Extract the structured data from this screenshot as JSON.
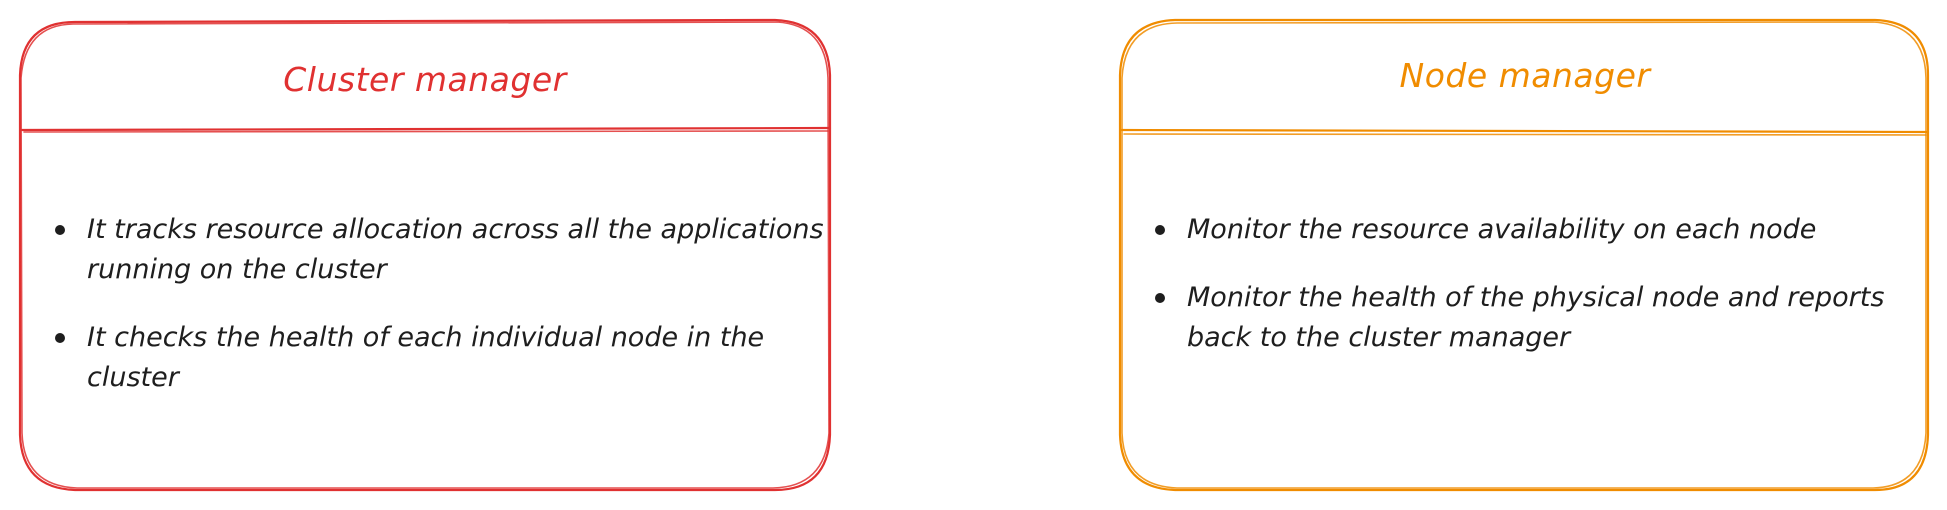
{
  "colors": {
    "left_accent": "#e03131",
    "right_accent": "#f08c00",
    "text": "#1e1e1e"
  },
  "cards": [
    {
      "title": "Cluster manager",
      "items": [
        "It tracks resource allocation across all the applications running on the cluster",
        "It checks the health of each individual node in the cluster"
      ]
    },
    {
      "title": "Node manager",
      "items": [
        "Monitor the resource availability on each node",
        "Monitor the health of the physical node and reports back to the cluster manager"
      ]
    }
  ]
}
